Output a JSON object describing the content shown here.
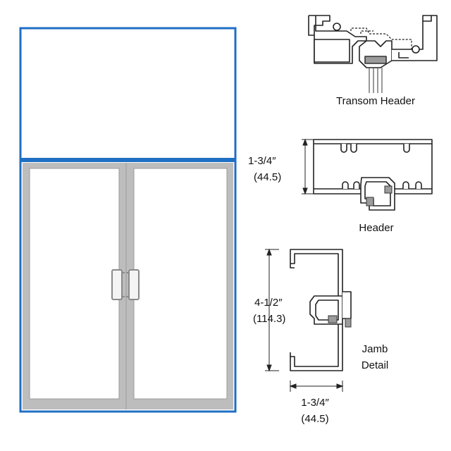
{
  "colors": {
    "frame_blue": "#1f6fc4",
    "door_gray": "#bcbcbc",
    "door_gray_dark": "#9a9a9a",
    "line": "#222222",
    "profile_fill": "#ffffff",
    "detail_gray": "#9b9b9b"
  },
  "transom_header": {
    "label": "Transom Header"
  },
  "header": {
    "label": "Header",
    "dim_imperial": "1-3/4″",
    "dim_metric": "(44.5)"
  },
  "jamb": {
    "label_line1": "Jamb",
    "label_line2": "Detail",
    "height_imperial": "4-1/2″",
    "height_metric": "(114.3)",
    "depth_imperial": "1-3/4″",
    "depth_metric": "(44.5)"
  }
}
